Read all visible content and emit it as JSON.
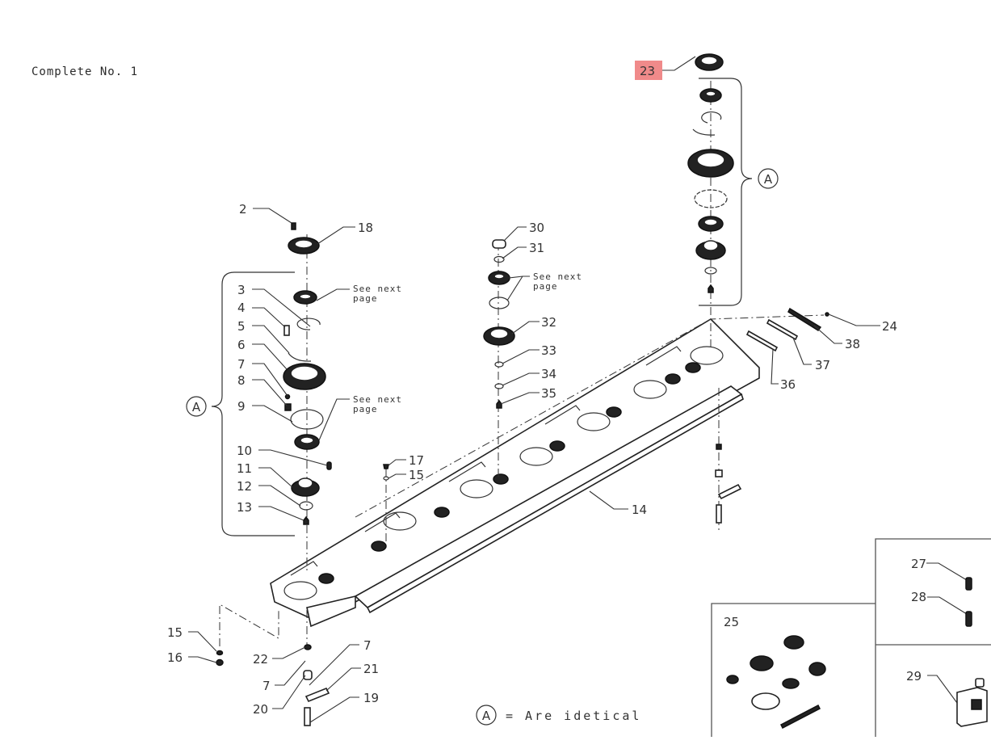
{
  "title": "Complete No. 1",
  "highlight_color": "#f08a8a",
  "highlighted_part": "23",
  "group_marker": "A",
  "legend": {
    "marker": "A",
    "text": "= Are idetical"
  },
  "notes": {
    "see_next_line1": "See next",
    "see_next_line2": "page"
  },
  "parts": {
    "p2": "2",
    "p3": "3",
    "p4": "4",
    "p5": "5",
    "p6": "6",
    "p7a": "7",
    "p8": "8",
    "p9": "9",
    "p10": "10",
    "p11": "11",
    "p12": "12",
    "p13": "13",
    "p14": "14",
    "p15a": "15",
    "p15b": "15",
    "p16": "16",
    "p17": "17",
    "p18": "18",
    "p19": "19",
    "p20": "20",
    "p21": "21",
    "p22": "22",
    "p23": "23",
    "p24": "24",
    "p25": "25",
    "p27": "27",
    "p28": "28",
    "p29": "29",
    "p30": "30",
    "p31": "31",
    "p32": "32",
    "p33": "33",
    "p34": "34",
    "p35": "35",
    "p36": "36",
    "p37": "37",
    "p38": "38",
    "p7b": "7",
    "p7c": "7"
  }
}
